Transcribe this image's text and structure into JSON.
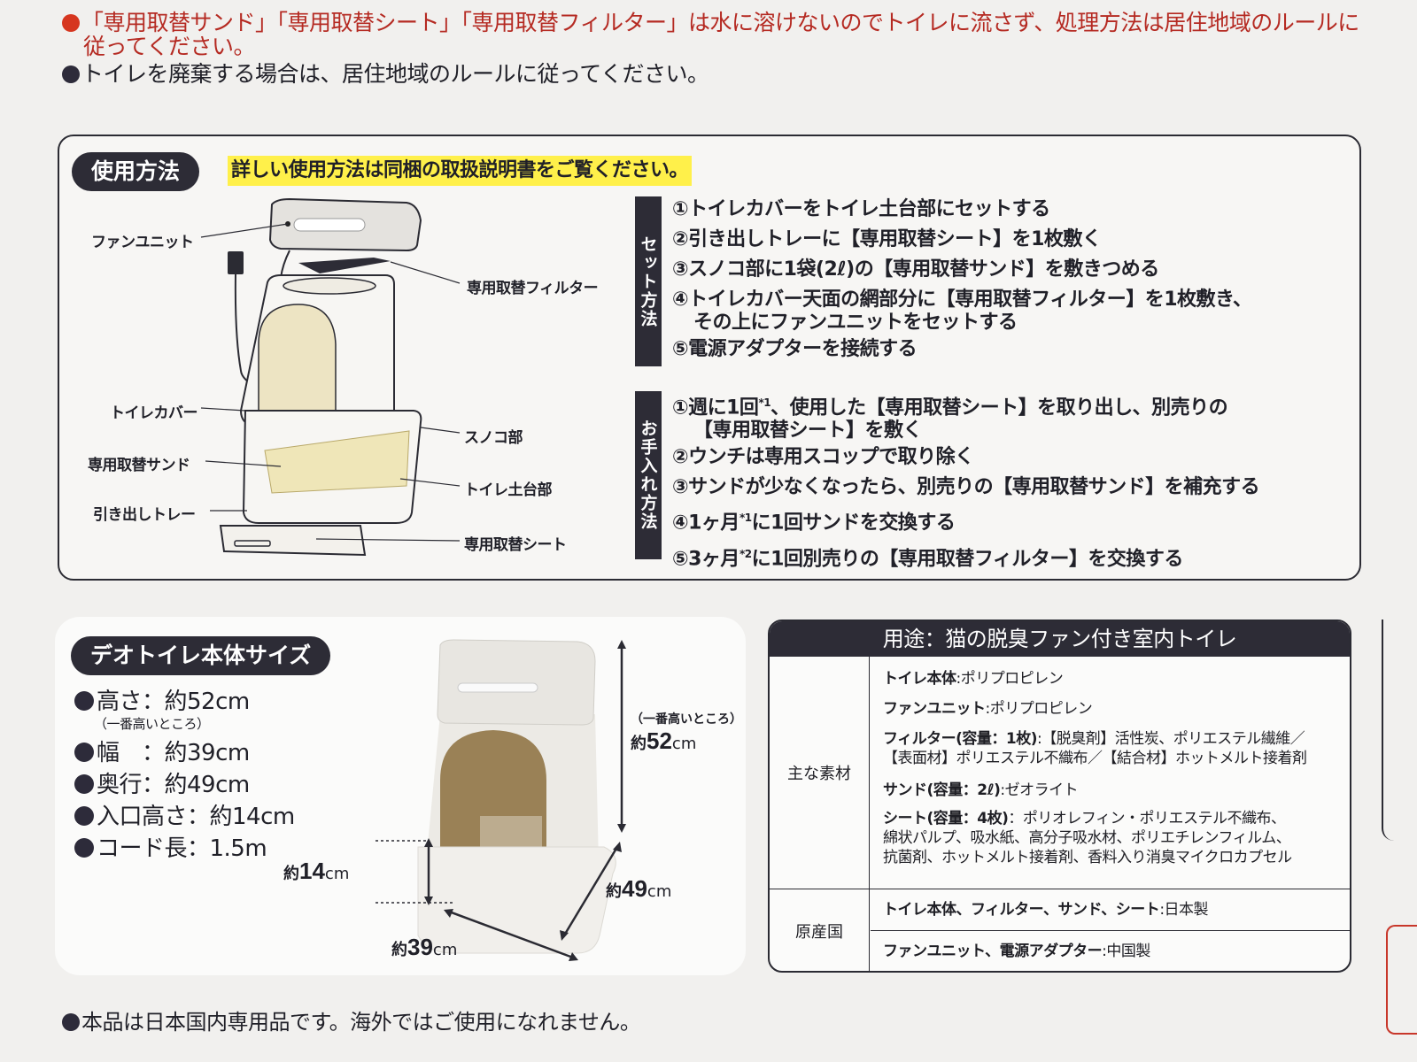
{
  "notices": {
    "red": "「専用取替サンド」「専用取替シート」「専用取替フィルター」は水に溶けないのでトイレに流さず、処理方法は居住地域のルールに",
    "red_cont": "従ってください。",
    "dark": "トイレを廃棄する場合は、居住地域のルールに従ってください。"
  },
  "usage": {
    "title": "使用方法",
    "highlight": "詳しい使用方法は同梱の取扱説明書をご覧ください。",
    "diagram_labels": {
      "fan_unit": "ファンユニット",
      "filter": "専用取替フィルター",
      "cover": "トイレカバー",
      "sunoko": "スノコ部",
      "sand": "専用取替サンド",
      "base": "トイレ土台部",
      "tray": "引き出しトレー",
      "sheet": "専用取替シート"
    },
    "setup": {
      "tab": "セット方法",
      "steps": [
        "①トイレカバーをトイレ土台部にセットする",
        "②引き出しトレーに【専用取替シート】を1枚敷く",
        "③スノコ部に1袋(2ℓ)の【専用取替サンド】を敷きつめる",
        "④トイレカバー天面の網部分に【専用取替フィルター】を1枚敷き、",
        "⑤電源アダプターを接続する"
      ],
      "step4_cont": "その上にファンユニットをセットする"
    },
    "care": {
      "tab": "お手入れ方法",
      "step1": "①週に1回",
      "step1_sup": "*1",
      "step1_rest": "、使用した【専用取替シート】を取り出し、別売りの",
      "step1_cont": "【専用取替シート】を敷く",
      "step2": "②ウンチは専用スコップで取り除く",
      "step3": "③サンドが少なくなったら、別売りの【専用取替サンド】を補充する",
      "step4_a": "④1ヶ月",
      "step4_sup": "*1",
      "step4_b": "に1回サンドを交換する",
      "step5_a": "⑤3ヶ月",
      "step5_sup": "*2",
      "step5_b": "に1回別売りの【専用取替フィルター】を交換する"
    }
  },
  "size": {
    "title": "デオトイレ本体サイズ",
    "specs": [
      "高さ：約52cm",
      "幅　：約39cm",
      "奥行：約49cm",
      "入口高さ：約14cm",
      "コード長：1.5m"
    ],
    "height_note": "（一番高いところ）",
    "dims": {
      "prefix": "約",
      "unit": "cm",
      "height": "52",
      "height_note": "（一番高いところ）",
      "entry": "14",
      "depth": "49",
      "width": "39"
    }
  },
  "table": {
    "header": "用途：猫の脱臭ファン付き室内トイレ",
    "materials_label": "主な素材",
    "materials": [
      {
        "k": "トイレ本体",
        "v": ":ポリプロピレン"
      },
      {
        "k": "ファンユニット",
        "v": ":ポリプロピレン"
      },
      {
        "k": "フィルター(容量：1枚)",
        "v": ":【脱臭剤】活性炭、ポリエステル繊維／",
        "v2": "【表面材】ポリエステル不織布／【結合材】ホットメルト接着剤"
      },
      {
        "k": "サンド(容量：2ℓ)",
        "v": ":ゼオライト"
      },
      {
        "k": "シート(容量：4枚)",
        "v": "：ポリオレフィン・ポリエステル不織布、",
        "v2": "綿状パルプ、吸水紙、高分子吸水材、ポリエチレンフィルム、",
        "v3": "抗菌剤、ホットメルト接着剤、香料入り消臭マイクロカプセル"
      }
    ],
    "origin_label": "原産国",
    "origin": [
      {
        "k": "トイレ本体、フィルター、サンド、シート",
        "v": ":日本製"
      },
      {
        "k": "ファンユニット、電源アダプター",
        "v": ":中国製"
      }
    ]
  },
  "footer": "本品は日本国内専用品です。海外ではご使用になれません。",
  "colors": {
    "red_text": "#b52a22",
    "dark_fill": "#2d2c36",
    "highlight": "#fff04a",
    "sand": "#efe6b8"
  }
}
